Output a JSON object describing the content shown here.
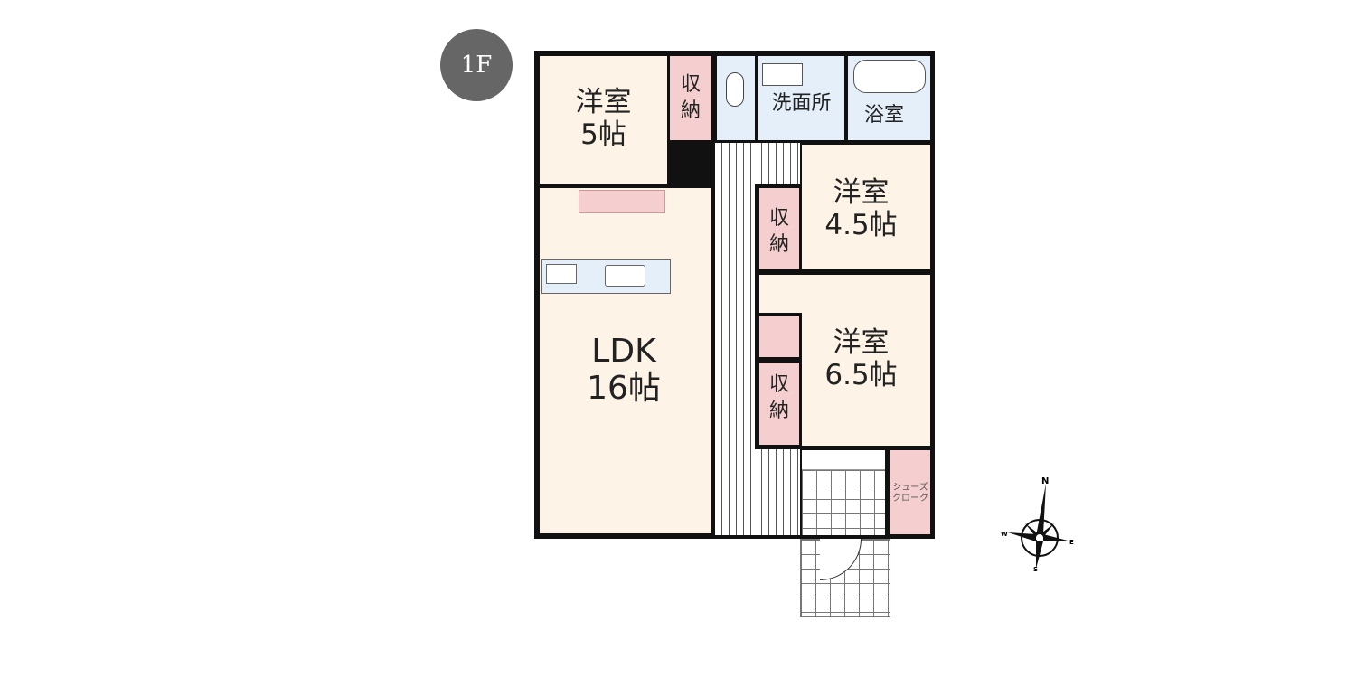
{
  "floor_badge": "1F",
  "rooms": {
    "western_5": {
      "name": "洋室",
      "size": "5帖"
    },
    "western_45": {
      "name": "洋室",
      "size": "4.5帖"
    },
    "western_65": {
      "name": "洋室",
      "size": "6.5帖"
    },
    "ldk": {
      "name": "LDK",
      "size": "16帖"
    },
    "washroom": "洗面所",
    "bathroom": "浴室",
    "storage": "収納",
    "shoe_closet": [
      "シューズ",
      "クローク"
    ]
  },
  "compass": {
    "n": "N",
    "s": "S",
    "e": "E",
    "w": "W"
  },
  "colors": {
    "room": "#fdf4e7",
    "wet": "#e4eff9",
    "closet": "#f5cfcf",
    "wall": "#111111",
    "badge": "#666666"
  }
}
